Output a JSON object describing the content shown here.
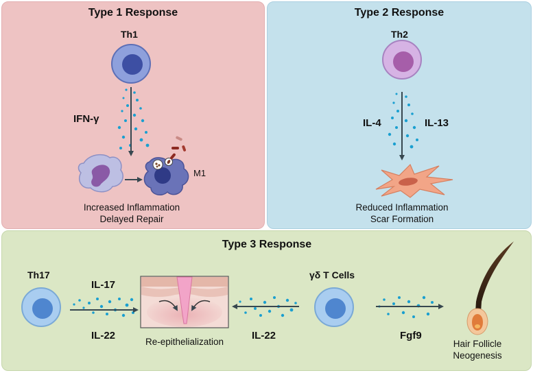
{
  "type1": {
    "title": "Type 1 Response",
    "cell": "Th1",
    "cytokine": "IFN-γ",
    "macrophage": "M1",
    "caption_line1": "Increased Inflammation",
    "caption_line2": "Delayed Repair"
  },
  "type2": {
    "title": "Type 2 Response",
    "cell": "Th2",
    "cytokine_left": "IL-4",
    "cytokine_right": "IL-13",
    "caption_line1": "Reduced Inflammation",
    "caption_line2": "Scar Formation"
  },
  "type3": {
    "title": "Type 3 Response",
    "cell_th17": "Th17",
    "cytokine_il17": "IL-17",
    "cytokine_il22_left": "IL-22",
    "wound_caption": "Re-epithelialization",
    "cytokine_il22_right": "IL-22",
    "cell_gd": "γδ T Cells",
    "cytokine_fgf9": "Fgf9",
    "hair_caption_line1": "Hair Follicle",
    "hair_caption_line2": "Neogenesis"
  },
  "colors": {
    "type1_bg": "#eec3c3",
    "type2_bg": "#c4e1ec",
    "type3_bg": "#dbe7c5",
    "th1_cell": "#8ea0dc",
    "th2_cell": "#d6b3e4",
    "t_cell_blue": "#a9cdf0",
    "dots": "#1a9fd0",
    "arrow": "#37474f"
  }
}
